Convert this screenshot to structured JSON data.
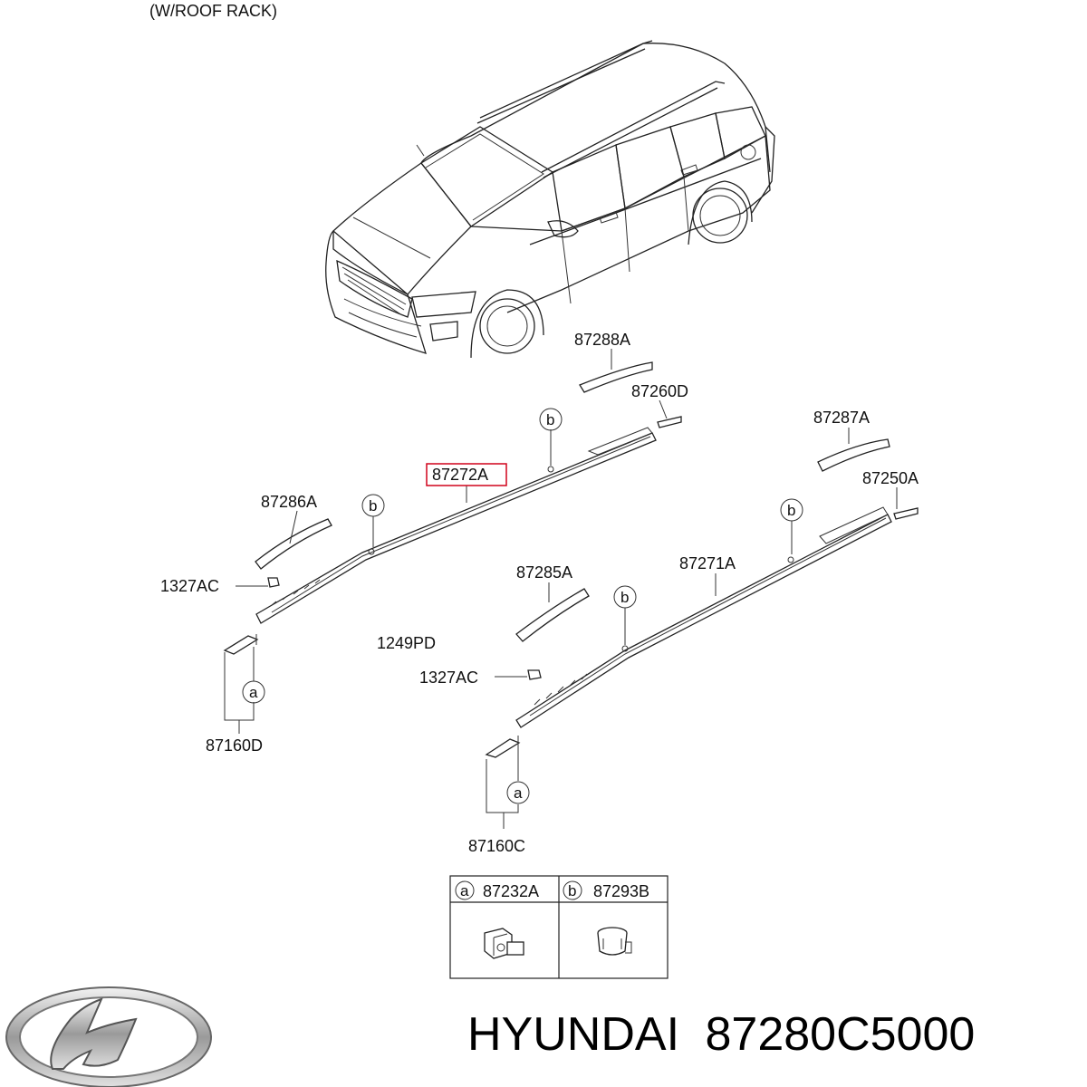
{
  "header": {
    "note": "(W/ROOF RACK)"
  },
  "labels": {
    "p87288A": "87288A",
    "p87260D": "87260D",
    "p87287A": "87287A",
    "p87272A": "87272A",
    "p87250A": "87250A",
    "p87286A": "87286A",
    "p87285A": "87285A",
    "p87271A": "87271A",
    "p1327AC_1": "1327AC",
    "p1327AC_2": "1327AC",
    "p1249PD": "1249PD",
    "p87160D": "87160D",
    "p87160C": "87160C"
  },
  "callouts": {
    "a": "a",
    "b": "b"
  },
  "legend": {
    "a_key": "a",
    "a_part": "87232A",
    "b_key": "b",
    "b_part": "87293B"
  },
  "footer": {
    "brand": "HYUNDAI",
    "part_number": "87280C5000"
  },
  "colors": {
    "highlight_box": "#d0021b",
    "line": "#222222"
  }
}
